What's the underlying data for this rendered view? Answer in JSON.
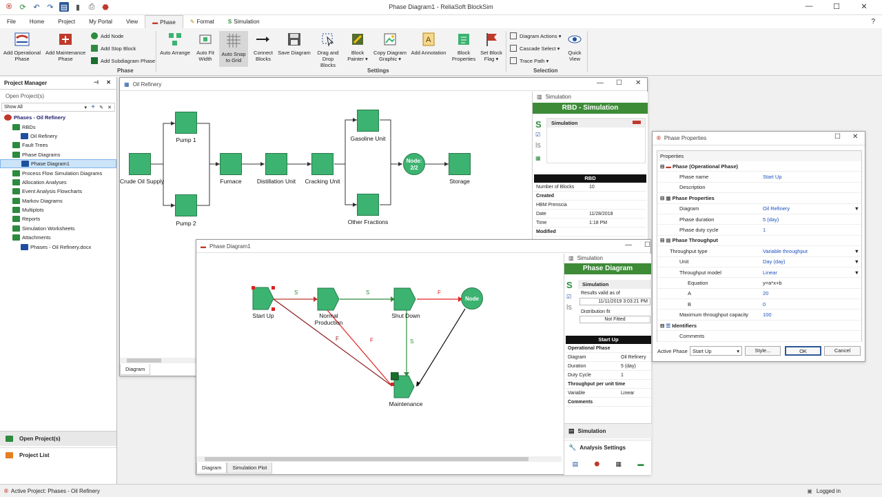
{
  "window": {
    "title": "Phase Diagram1 - ReliaSoft BlockSim"
  },
  "menu": [
    "File",
    "Home",
    "Project",
    "My Portal",
    "View",
    "Phase",
    "Format",
    "Simulation"
  ],
  "ribbon": {
    "add_operational": "Add Operational Phase",
    "add_maintenance": "Add Maintenance Phase",
    "add_node": "Add Node",
    "add_stop": "Add Stop Block",
    "add_subdiagram": "Add Subdiagram Phase",
    "phase_group": "Phase",
    "auto_arrange": "Auto Arrange",
    "auto_fit": "Auto Fit Width",
    "auto_snap": "Auto Snap to Grid",
    "connect": "Connect Blocks",
    "save_diagram": "Save Diagram",
    "drag_drop": "Drag and Drop Blocks",
    "block_painter": "Block Painter ▾",
    "copy_graphic": "Copy Diagram Graphic ▾",
    "add_annotation": "Add Annotation",
    "block_props": "Block Properties",
    "set_flag": "Set Block Flag ▾",
    "settings_group": "Settings",
    "diagram_actions": "Diagram Actions ▾",
    "cascade_select": "Cascade Select ▾",
    "trace_path": "Trace Path ▾",
    "quick_view": "Quick View",
    "selection_group": "Selection"
  },
  "pm": {
    "title": "Project Manager",
    "open_projects": "Open Project(s)",
    "filter": "Show All",
    "tree": [
      {
        "label": "Phases - Oil Refinery",
        "lvl": 0,
        "kind": "root"
      },
      {
        "label": "RBDs",
        "lvl": 1,
        "kind": "folder"
      },
      {
        "label": "Oil Refinery",
        "lvl": 2,
        "kind": "item"
      },
      {
        "label": "Fault Trees",
        "lvl": 1,
        "kind": "folder"
      },
      {
        "label": "Phase Diagrams",
        "lvl": 1,
        "kind": "folder"
      },
      {
        "label": "Phase Diagram1",
        "lvl": 2,
        "kind": "sel"
      },
      {
        "label": "Process Flow Simulation Diagrams",
        "lvl": 1,
        "kind": "folder"
      },
      {
        "label": "Allocation Analyses",
        "lvl": 1,
        "kind": "folder"
      },
      {
        "label": "Event Analysis Flowcharts",
        "lvl": 1,
        "kind": "folder"
      },
      {
        "label": "Markov Diagrams",
        "lvl": 1,
        "kind": "folder"
      },
      {
        "label": "Multiplots",
        "lvl": 1,
        "kind": "folder"
      },
      {
        "label": "Reports",
        "lvl": 1,
        "kind": "folder"
      },
      {
        "label": "Simulation Worksheets",
        "lvl": 1,
        "kind": "folder"
      },
      {
        "label": "Attachments",
        "lvl": 1,
        "kind": "folder"
      },
      {
        "label": "Phases - Oil Refinery.docx",
        "lvl": 2,
        "kind": "doc"
      }
    ],
    "bottom1": "Open Project(s)",
    "bottom2": "Project List"
  },
  "rbd": {
    "title": "Oil Refinery",
    "blocks": {
      "crude": "Crude Oil Supply",
      "pump1": "Pump 1",
      "pump2": "Pump 2",
      "furnace": "Furnace",
      "distill": "Distillation Unit",
      "crack": "Cracking Unit",
      "gas": "Gasoline Unit",
      "other": "Other Fractions",
      "node": "Node:\n2/2",
      "storage": "Storage"
    },
    "tab": "Diagram",
    "side_title": "Simulation",
    "side_bar": "RBD - Simulation",
    "side_sim": "Simulation",
    "rbd_header": "RBD",
    "num_blocks_label": "Number of Blocks",
    "num_blocks": "10",
    "created": "Created",
    "author": "HBM Prenscia",
    "date_label": "Date",
    "date": "11/28/2018",
    "time_label": "Time",
    "time": "1:18 PM",
    "modified": "Modified"
  },
  "pd": {
    "title": "Phase Diagram1",
    "start": "Start Up",
    "normal": "Normal Production",
    "shut": "Shut Down",
    "maint": "Maintenance",
    "node": "Node",
    "s": "S",
    "f": "F",
    "tabs": [
      "Diagram",
      "Simulation Plot"
    ],
    "side_title": "Simulation",
    "side_bar": "Phase Diagram",
    "side_sim": "Simulation",
    "results_valid": "Results valid as of",
    "results_date": "11/11/2019 3:03:21 PM",
    "dist_fit": "Distribution fit",
    "not_fitted": "Not Fitted",
    "block_header": "Start Up",
    "op_phase": "Operational Phase",
    "rows": [
      [
        "Diagram",
        "Oil Refinery"
      ],
      [
        "Duration",
        "5 (day)"
      ],
      [
        "Duty Cycle",
        "1"
      ]
    ],
    "tput": "Throughput per unit time",
    "var_row": [
      "Variable",
      "Linear"
    ],
    "comments": "Comments",
    "bottom_sim": "Simulation",
    "bottom_analysis": "Analysis Settings"
  },
  "pp": {
    "title": "Phase Properties",
    "section": "Properties",
    "cat1": "Phase (Operational Phase)",
    "r_name": [
      "Phase name",
      "Start Up"
    ],
    "r_desc": [
      "Description",
      ""
    ],
    "cat2": "Phase Properties",
    "r_diag": [
      "Diagram",
      "Oil Refinery"
    ],
    "r_dur": [
      "Phase duration",
      "5 (day)"
    ],
    "r_duty": [
      "Phase duty cycle",
      "1"
    ],
    "cat3": "Phase Throughput",
    "r_ttype": [
      "Throughput type",
      "Variable throughput"
    ],
    "r_unit": [
      "Unit",
      "Day (day)"
    ],
    "r_model": [
      "Throughput model",
      "Linear"
    ],
    "r_eq": [
      "Equation",
      "y=a*x+b"
    ],
    "r_a": [
      "A",
      "20"
    ],
    "r_b": [
      "B",
      "0"
    ],
    "r_max": [
      "Maximum throughput capacity",
      "100"
    ],
    "cat4": "Identifiers",
    "r_comm": [
      "Comments",
      ""
    ],
    "active_label": "Active Phase",
    "active_value": "Start Up",
    "style": "Style...",
    "ok": "OK",
    "cancel": "Cancel"
  },
  "statusbar": {
    "active": "Active Project: Phases - Oil Refinery",
    "logged": "Logged in"
  }
}
